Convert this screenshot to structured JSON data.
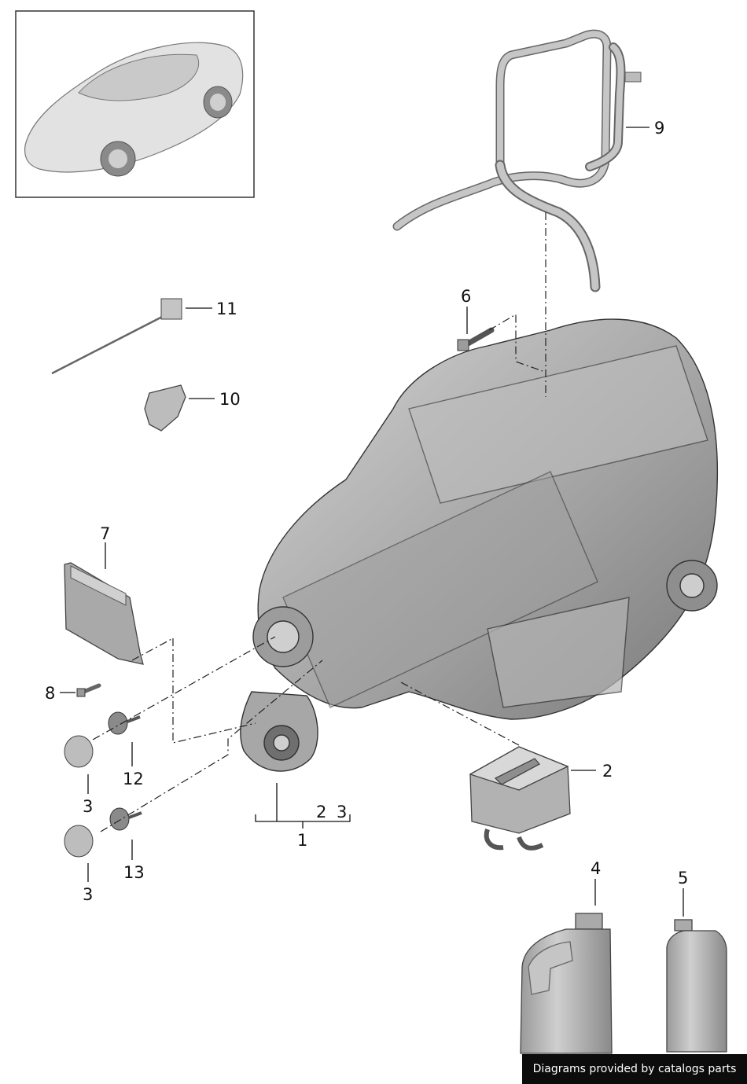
{
  "callouts": {
    "c1": "1",
    "c2_main": "2",
    "c2_group": "2",
    "c3_group": "3",
    "c3_a": "3",
    "c3_b": "3",
    "c4": "4",
    "c5": "5",
    "c6": "6",
    "c7": "7",
    "c8": "8",
    "c9": "9",
    "c10": "10",
    "c11": "11",
    "c12": "12",
    "c13": "13"
  },
  "credit": "Diagrams provided by catalogs parts",
  "colors": {
    "part_fill": "#b5b5b5",
    "part_dark": "#7f7f7f",
    "part_light": "#d9d9d9",
    "line": "#222222",
    "credit_bg": "#0c0c0c"
  }
}
